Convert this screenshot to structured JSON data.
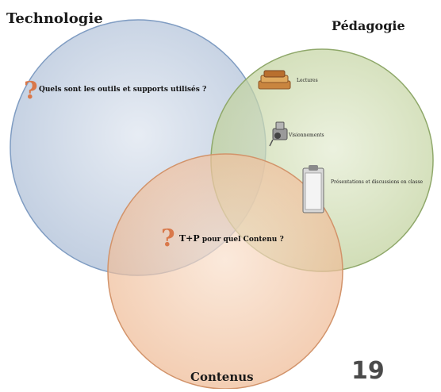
{
  "titles": {
    "technologie": "Technologie",
    "pedagogie": "Pédagogie",
    "contenus": "Contenus"
  },
  "questions": {
    "tech_question": "Quels sont les outils et supports utilisés ?",
    "center_tp": "T+P",
    "center_rest": "pour quel Contenu ?"
  },
  "pedagogie_items": {
    "item1": "Lectures",
    "item2": "Visionnements",
    "item3": "Présentations et discussions en classe"
  },
  "page_number": "19",
  "colors": {
    "technologie_fill": "#b9c8de",
    "technologie_stroke": "#7f9cc2",
    "pedagogie_fill": "#cfdcb4",
    "pedagogie_stroke": "#8fa86a",
    "contenus_fill": "#f2c9a8",
    "contenus_stroke": "#d2936a",
    "question_mark": "#d9784a"
  },
  "icons": [
    "question-mark-icon",
    "books-icon",
    "camera-icon",
    "clipboard-icon"
  ]
}
